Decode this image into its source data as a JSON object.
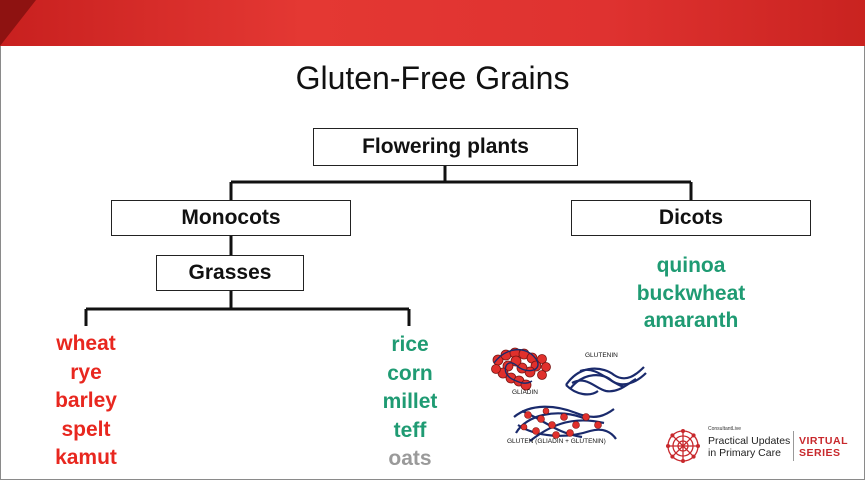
{
  "slide": {
    "title": "Gluten-Free Grains"
  },
  "tree": {
    "root": "Flowering plants",
    "monocots": "Monocots",
    "dicots": "Dicots",
    "grasses": "Grasses"
  },
  "lists": {
    "gluten_grains": [
      "wheat",
      "rye",
      "barley",
      "spelt",
      "kamut"
    ],
    "gluten_free_grasses": [
      "rice",
      "corn",
      "millet",
      "teff",
      "oats"
    ],
    "dicot_grains": [
      "quinoa",
      "buckwheat",
      "amaranth"
    ]
  },
  "illustration": {
    "glutenin_label": "GLUTENIN",
    "gliadin_label": "GLIADIN",
    "gluten_label": "GLUTEN (GLIADIN + GLUTENIN)"
  },
  "branding": {
    "small_mark": "ConsultantLive",
    "line1": "Practical Updates",
    "line2": "in Primary Care",
    "series_line1": "VIRTUAL",
    "series_line2": "SERIES"
  },
  "colors": {
    "banner": "#e43833",
    "gluten": "#e8271f",
    "gluten_free": "#1f9b73",
    "uncertain": "#9a9a9a",
    "protein_red": "#e0302c",
    "protein_navy": "#1a2a6c"
  }
}
